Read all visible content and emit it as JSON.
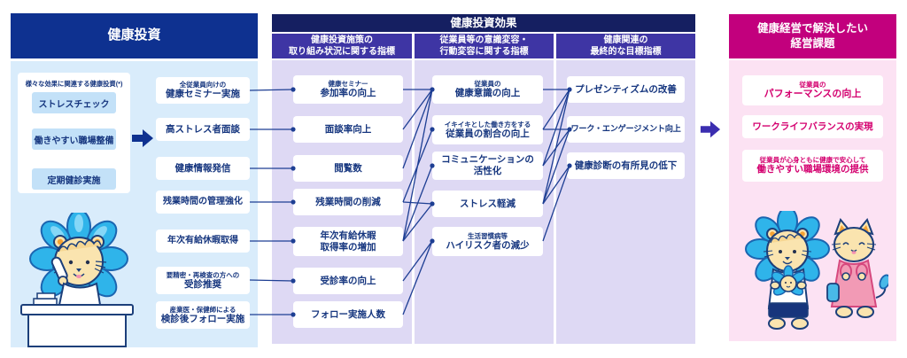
{
  "left": {
    "header": "健康投資",
    "note": "様々な効果に関連する健康投資(*)",
    "base_items": [
      "ストレスチェック",
      "働きやすい職場整備",
      "定期健診実施"
    ],
    "measures": [
      {
        "id": "L1",
        "sub": "全従業員向けの",
        "main": "健康セミナー実施"
      },
      {
        "id": "L2",
        "main": "高ストレス者面談"
      },
      {
        "id": "L3",
        "main": "健康情報発信"
      },
      {
        "id": "L4",
        "main": "残業時間の管理強化"
      },
      {
        "id": "L5",
        "main": "年次有給休暇取得"
      },
      {
        "id": "L6",
        "sub": "要精密・再検査の方への",
        "main": "受診推奨"
      },
      {
        "id": "L7",
        "sub": "産業医・保健師による",
        "main": "検診後フォロー実施"
      }
    ]
  },
  "effects": {
    "header": "健康投資効果",
    "columns": [
      {
        "title_line1": "健康投資施策の",
        "title_line2": "取り組み状況に関する指標",
        "items": [
          {
            "id": "A1",
            "sub": "健康セミナー",
            "main": "参加率の向上"
          },
          {
            "id": "A2",
            "main": "面談率向上"
          },
          {
            "id": "A3",
            "main": "閲覧数"
          },
          {
            "id": "A4",
            "main": "残業時間の削減"
          },
          {
            "id": "A5",
            "main": "年次有給休暇",
            "main2": "取得率の増加"
          },
          {
            "id": "A6",
            "main": "受診率の向上"
          },
          {
            "id": "A7",
            "main": "フォロー実施人数"
          }
        ]
      },
      {
        "title_line1": "従業員等の意識変容・",
        "title_line2": "行動変容に関する指標",
        "items": [
          {
            "id": "B1",
            "sub": "従業員の",
            "main": "健康意識の向上"
          },
          {
            "id": "B2",
            "sub": "イキイキとした働き方をする",
            "main": "従業員の割合の向上"
          },
          {
            "id": "B3",
            "main": "コミュニケーションの",
            "main2": "活性化"
          },
          {
            "id": "B4",
            "main": "ストレス軽減"
          },
          {
            "id": "B5",
            "sub": "生活習慣病等",
            "main": "ハイリスク者の減少"
          }
        ]
      },
      {
        "title_line1": "健康関連の",
        "title_line2": "最終的な目標指標",
        "items": [
          {
            "id": "C1",
            "main": "プレゼンティズムの改善"
          },
          {
            "id": "C2",
            "main": "ワーク・エンゲージメント向上"
          },
          {
            "id": "C3",
            "main": "健康診断の有所見の低下"
          }
        ]
      }
    ]
  },
  "goals": {
    "header_line1": "健康経営で解決したい",
    "header_line2": "経営課題",
    "items": [
      {
        "sub": "従業員の",
        "main": "パフォーマンスの向上"
      },
      {
        "main": "ワークライフバランスの実現"
      },
      {
        "sub": "従業員が心身ともに健康で安心して",
        "main": "働きやすい職場環境の提供"
      }
    ]
  },
  "connections": [
    {
      "from": "L1",
      "to": "A1"
    },
    {
      "from": "L2",
      "to": "A2"
    },
    {
      "from": "L3",
      "to": "A3"
    },
    {
      "from": "L4",
      "to": "A4"
    },
    {
      "from": "L5",
      "to": "A5"
    },
    {
      "from": "L6",
      "to": "A6"
    },
    {
      "from": "L7",
      "to": "A7"
    },
    {
      "from": "A1",
      "to": "B1"
    },
    {
      "from": "A2",
      "to": "B1"
    },
    {
      "from": "A3",
      "to": "B1"
    },
    {
      "from": "A4",
      "to": "B2"
    },
    {
      "from": "A4",
      "to": "B4"
    },
    {
      "from": "A5",
      "to": "B1"
    },
    {
      "from": "A5",
      "to": "B3"
    },
    {
      "from": "A5",
      "to": "B4"
    },
    {
      "from": "A6",
      "to": "B5"
    },
    {
      "from": "A7",
      "to": "B5"
    },
    {
      "from": "B1",
      "to": "C1"
    },
    {
      "from": "B2",
      "to": "C1"
    },
    {
      "from": "B2",
      "to": "C2"
    },
    {
      "from": "B3",
      "to": "C1"
    },
    {
      "from": "B3",
      "to": "C2"
    },
    {
      "from": "B4",
      "to": "C1"
    },
    {
      "from": "B4",
      "to": "C2"
    },
    {
      "from": "B4",
      "to": "C3"
    },
    {
      "from": "B5",
      "to": "C3"
    }
  ],
  "icons": {
    "left_mascot": "lion-at-desk-with-phone",
    "right_mascot": "lion-family-with-cat",
    "left_arrow": "right-arrow",
    "right_arrow": "right-arrow"
  },
  "colors": {
    "navy_header": "#0e3190",
    "effects_bar": "#151f61",
    "subheader_purple": "#3e35a4",
    "lavender_panel": "#ded9f4",
    "light_blue_panel": "#d9ecfb",
    "light_blue_box": "#c3e1f8",
    "text_navy": "#16367f",
    "connector_line": "#1d3e93",
    "magenta_header": "#c2007d",
    "pink_panel": "#fce2f3",
    "text_magenta": "#d4006f",
    "arrow_purple": "#3b2eb0"
  }
}
